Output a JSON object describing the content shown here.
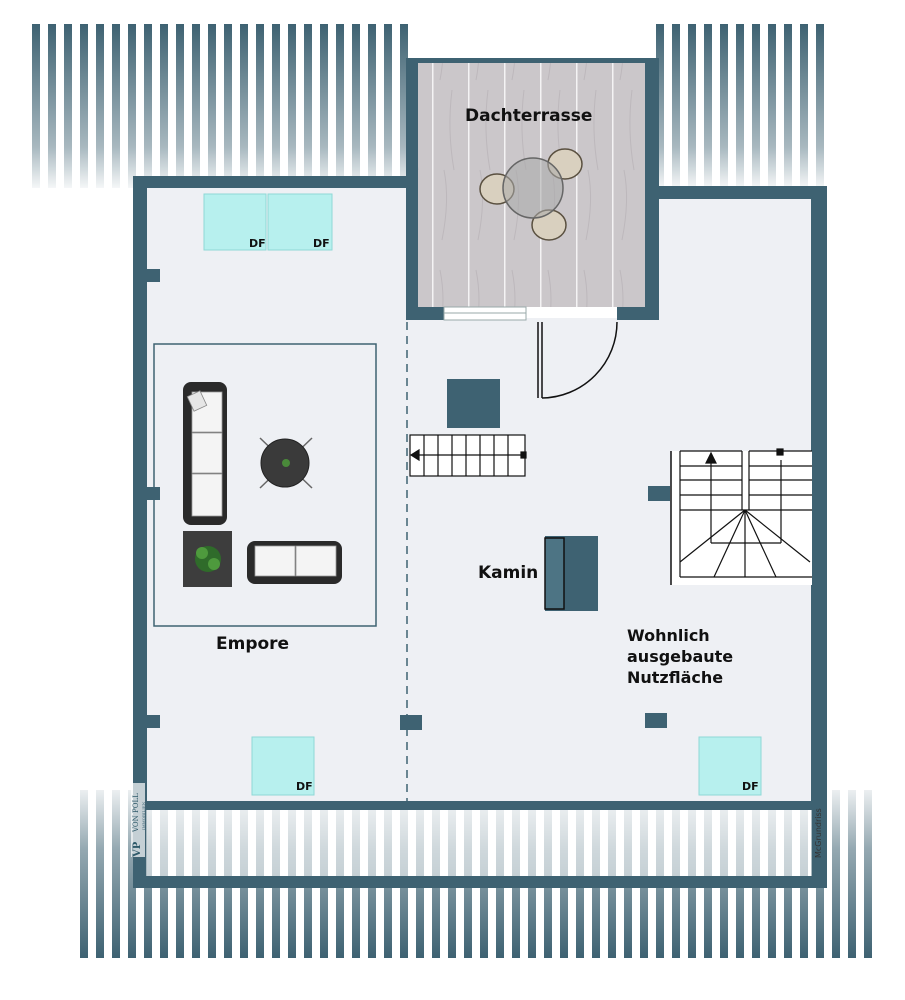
{
  "plan": {
    "rooms": {
      "dachterrasse": "Dachterrasse",
      "empore": "Empore",
      "kamin": "Kamin",
      "nutzflaeche_line1": "Wohnlich",
      "nutzflaeche_line2": "ausgebaute",
      "nutzflaeche_line3": "Nutzfläche"
    },
    "skylight_label": "DF",
    "logo_text": "VON POLL",
    "logo_sub": "IMMOBILIEN",
    "logo_mark": "VP",
    "credit": "McGrundriss"
  },
  "colors": {
    "wall": "#3e6272",
    "floor": "#eef0f4",
    "skylight": "#b7f0ee",
    "deck": "#c9c5c8"
  }
}
